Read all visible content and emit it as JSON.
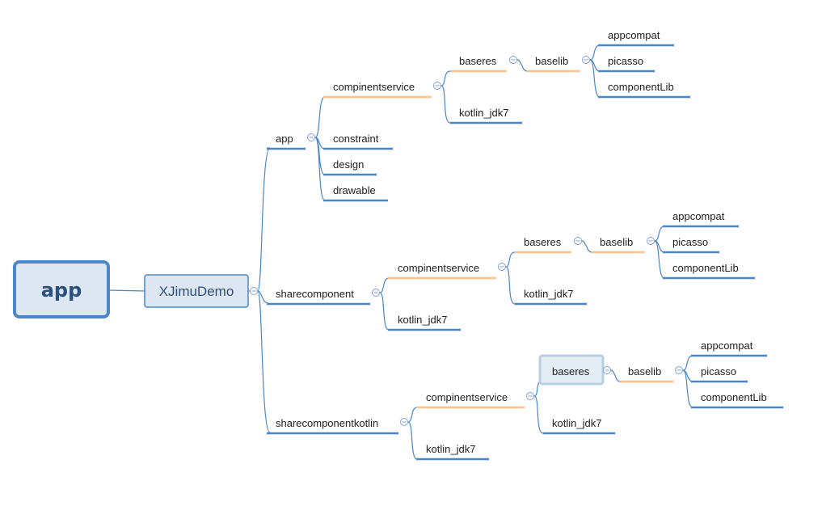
{
  "colors": {
    "blue": "#4a86c8",
    "orange": "#f7c38a",
    "root_fill": "#dde6f3",
    "root_border": "#4a86c8",
    "main_fill": "#dde6f3",
    "selected_fill": "#e2edf5",
    "selected_border": "#b9cfe0"
  },
  "root": {
    "label": "app"
  },
  "main": {
    "label": "XJimuDemo"
  },
  "branch_app": {
    "label": "app",
    "compinentservice": "compinentservice",
    "baseres": "baseres",
    "baselib": "baselib",
    "appcompat": "appcompat",
    "picasso": "picasso",
    "componentLib": "componentLib",
    "kotlin_jdk7": "kotlin_jdk7",
    "constraint": "constraint",
    "design": "design",
    "drawable": "drawable"
  },
  "branch_sharecomponent": {
    "label": "sharecomponent",
    "compinentservice": "compinentservice",
    "baseres": "baseres",
    "baselib": "baselib",
    "appcompat": "appcompat",
    "picasso": "picasso",
    "componentLib": "componentLib",
    "kotlin_jdk7_inner": "kotlin_jdk7",
    "kotlin_jdk7": "kotlin_jdk7"
  },
  "branch_sharecomponentkotlin": {
    "label": "sharecomponentkotlin",
    "compinentservice": "compinentservice",
    "baseres": "baseres",
    "baselib": "baselib",
    "appcompat": "appcompat",
    "picasso": "picasso",
    "componentLib": "componentLib",
    "kotlin_jdk7_inner": "kotlin_jdk7",
    "kotlin_jdk7": "kotlin_jdk7"
  }
}
